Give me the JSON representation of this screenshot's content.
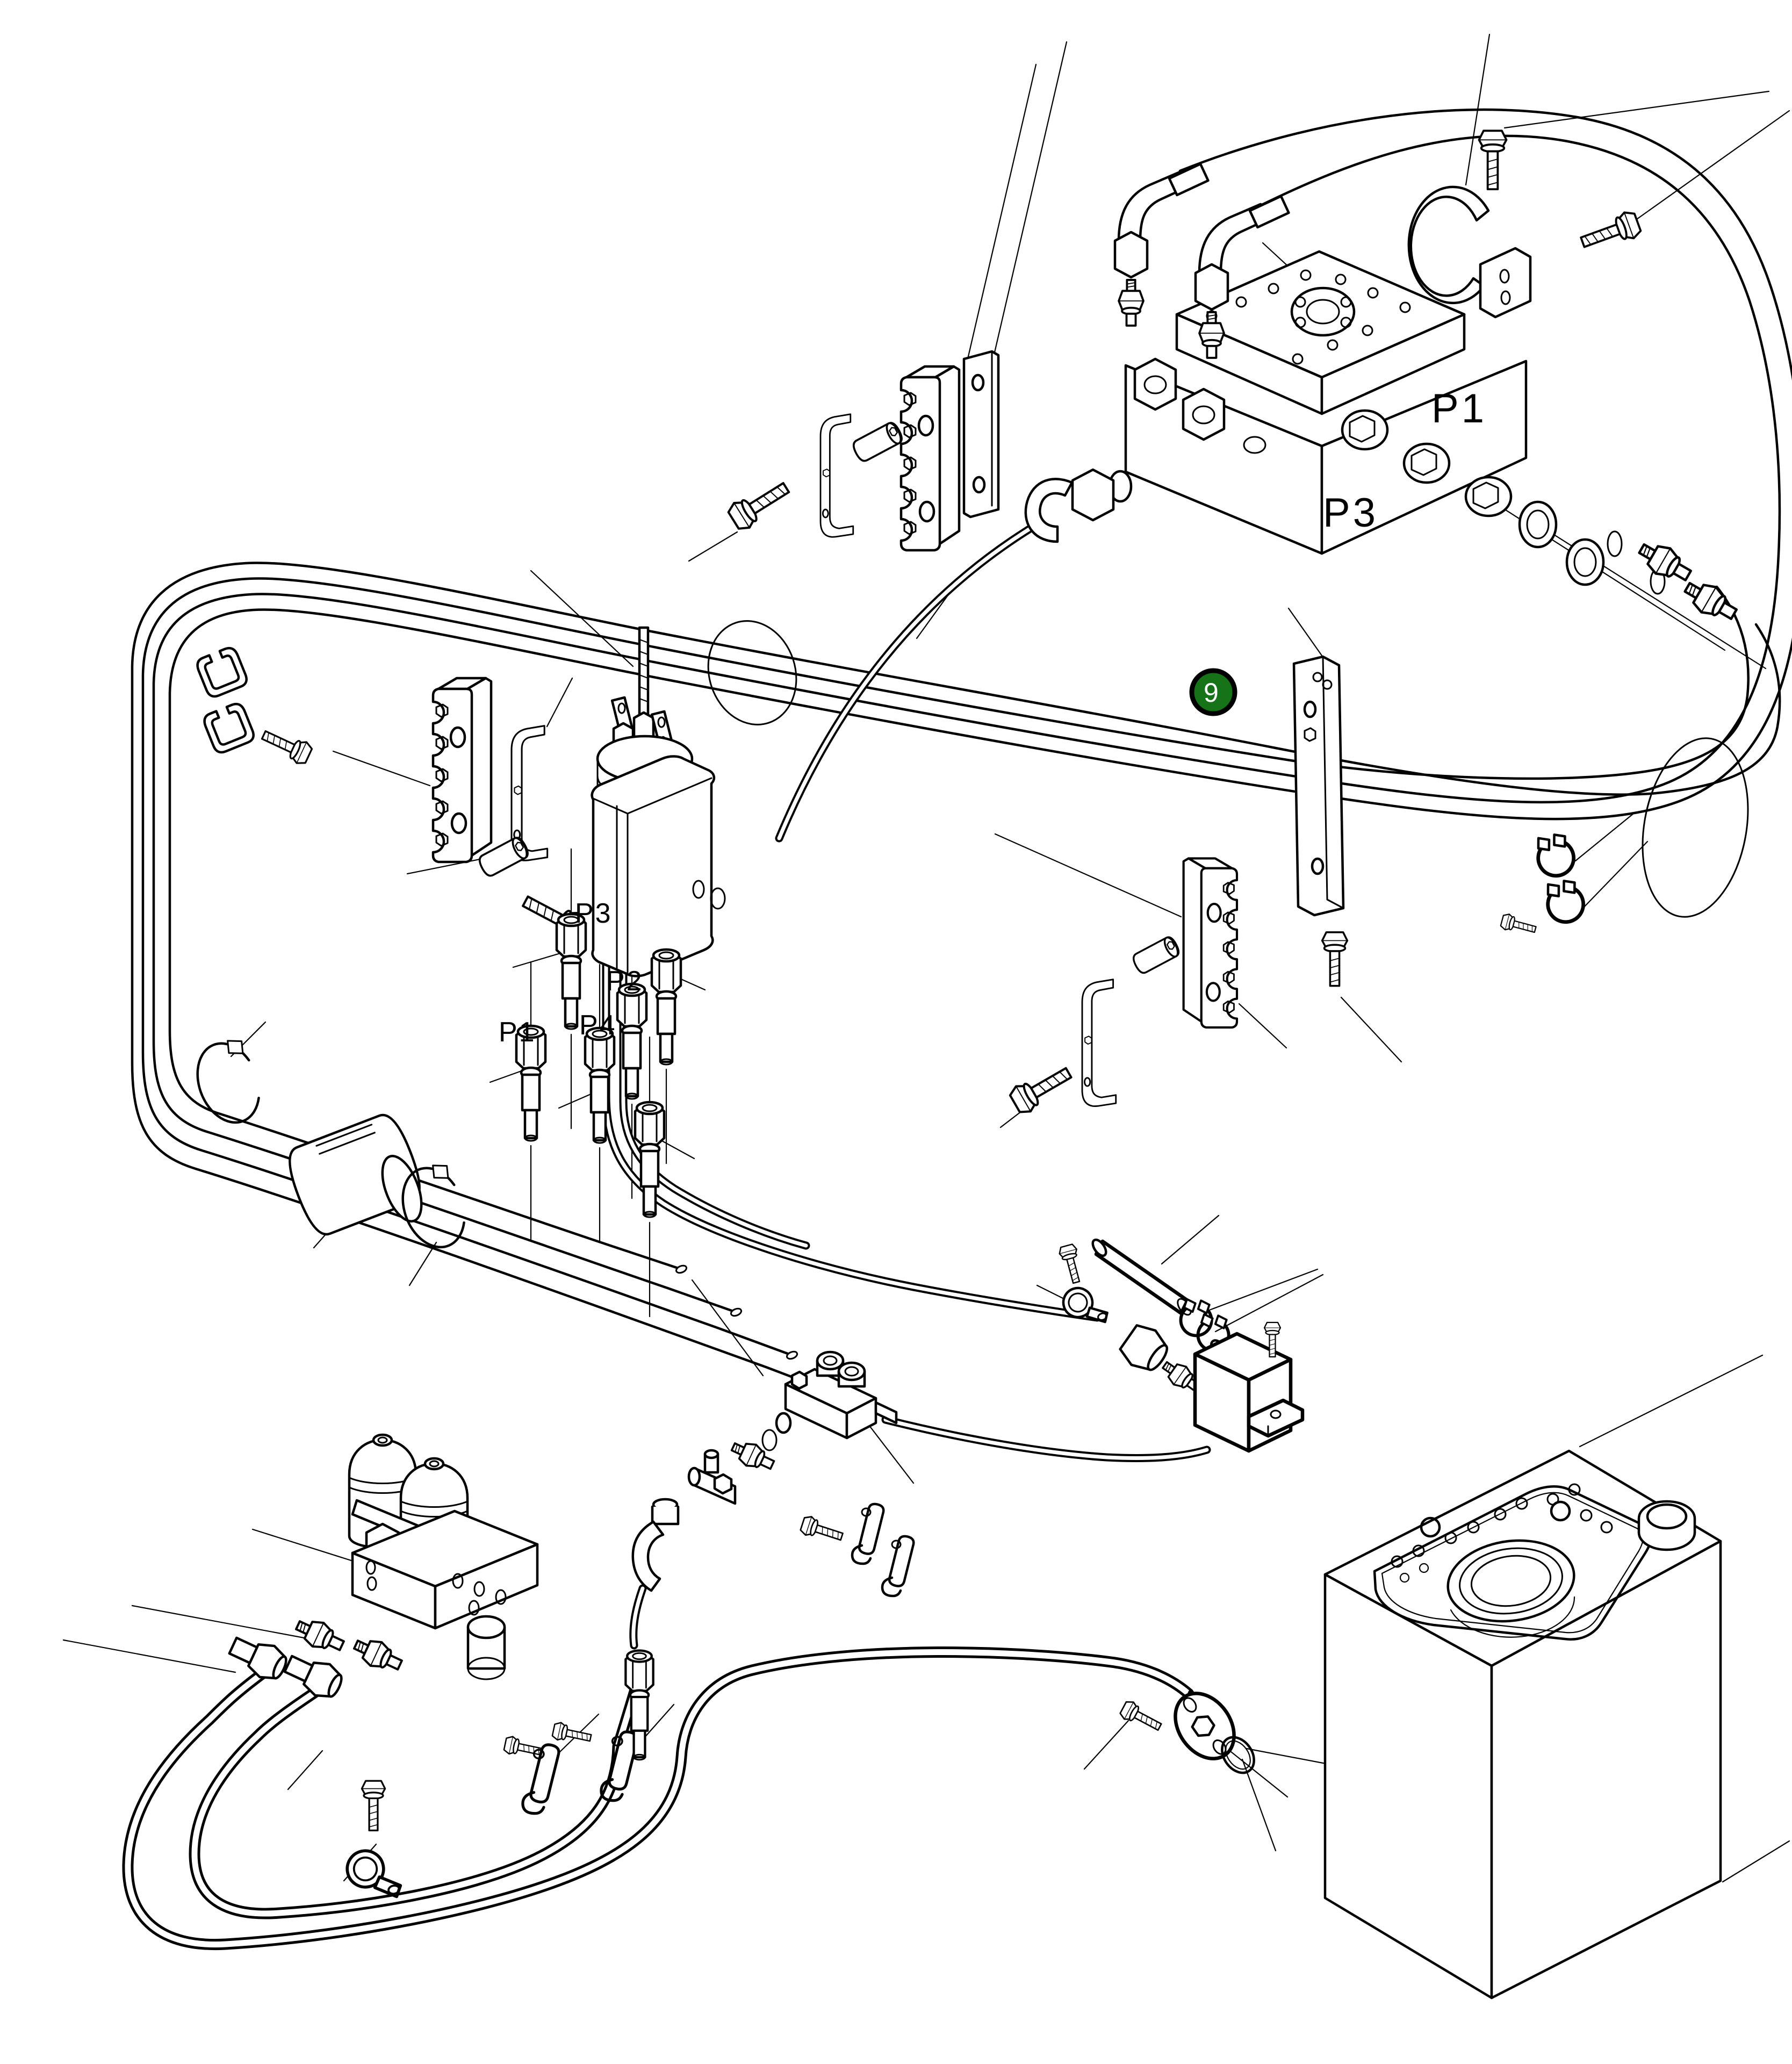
{
  "diagram": {
    "kind": "exploded-parts-diagram",
    "subject": "hydraulic brake piping installation",
    "background_color": "#ffffff",
    "line_color": "#000000"
  },
  "badge": {
    "number": "9",
    "fill": "#177317",
    "ring_color": "#000000",
    "text_color": "#ffffff"
  },
  "labels": {
    "valve_port_p1": "P1",
    "valve_port_p3": "P3",
    "hose_port_p3": "P3",
    "hose_port_p2": "P2",
    "hose_port_p1": "P1",
    "hose_port_p4": "P4"
  }
}
